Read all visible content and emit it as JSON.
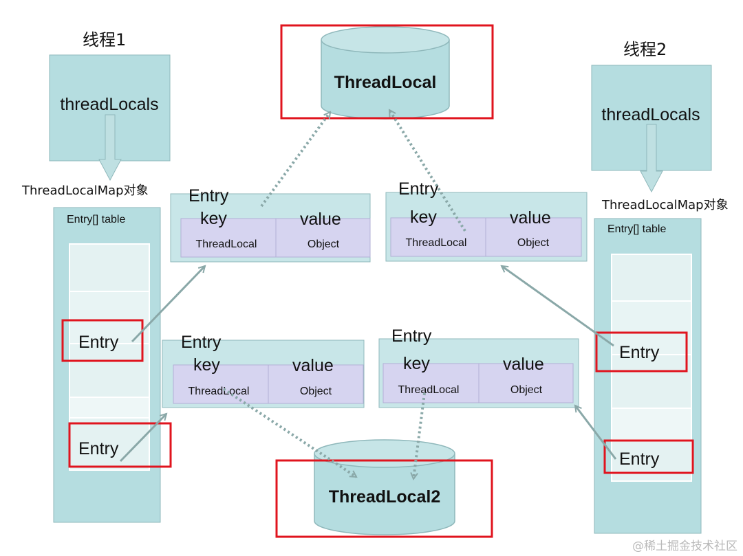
{
  "thread1": {
    "title": "线程1",
    "field": "threadLocals",
    "map_label": "ThreadLocalMap对象",
    "table_label": "Entry[] table",
    "entries": [
      "Entry",
      "Entry"
    ]
  },
  "thread2": {
    "title": "线程2",
    "field": "threadLocals",
    "map_label": "ThreadLocalMap对象",
    "table_label": "Entry[] table",
    "entries": [
      "Entry",
      "Entry"
    ]
  },
  "threadlocal_top": "ThreadLocal",
  "threadlocal_bottom": "ThreadLocal2",
  "entry_boxes": [
    {
      "title": "Entry",
      "key_label": "key",
      "value_label": "value",
      "key_type": "ThreadLocal",
      "value_type": "Object"
    },
    {
      "title": "Entry",
      "key_label": "key",
      "value_label": "value",
      "key_type": "ThreadLocal",
      "value_type": "Object"
    },
    {
      "title": "Entry",
      "key_label": "key",
      "value_label": "value",
      "key_type": "ThreadLocal",
      "value_type": "Object"
    },
    {
      "title": "Entry",
      "key_label": "key",
      "value_label": "value",
      "key_type": "ThreadLocal",
      "value_type": "Object"
    }
  ],
  "watermark": "@稀土掘金技术社区",
  "colors": {
    "teal_fill": "#b5dde0",
    "teal_stroke": "#8fb8bb",
    "slot_fill": "#e8f4f4",
    "cell_fill": "#d6d4f0",
    "cell_stroke": "#b2afd6",
    "highlight": "#e0141e",
    "arrow": "#8aa8a8"
  }
}
